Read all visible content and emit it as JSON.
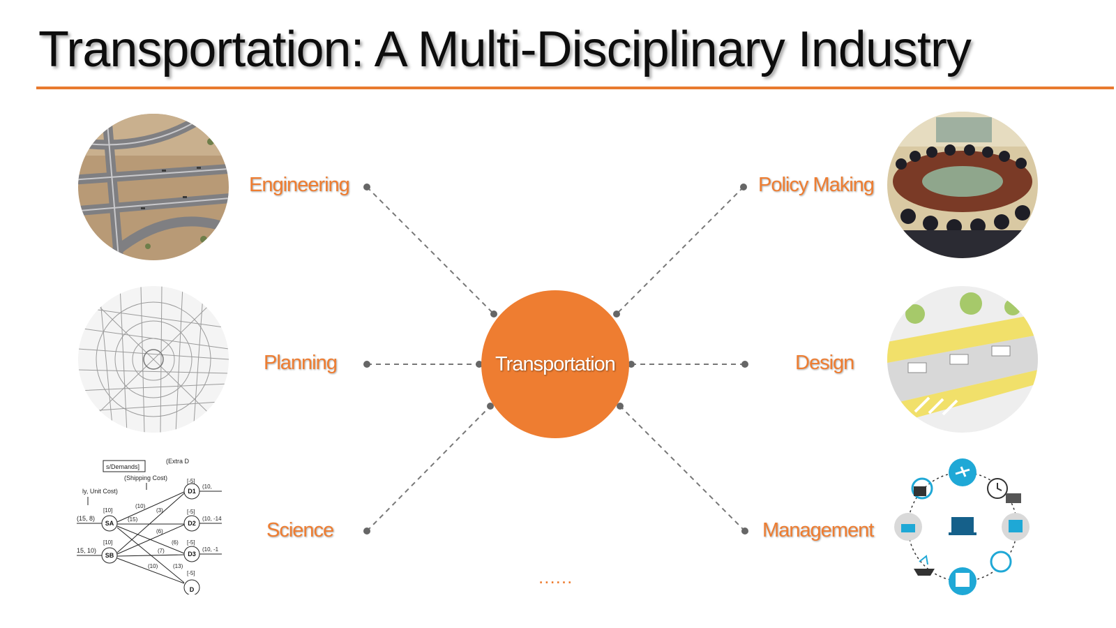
{
  "slide": {
    "title": "Transportation: A Multi-Disciplinary Industry",
    "accent_color": "#EE7D31"
  },
  "hub": {
    "label": "Transportation"
  },
  "disciplines": [
    {
      "id": "engineering",
      "label": "Engineering",
      "image": "highway-interchange-photo"
    },
    {
      "id": "planning",
      "label": "Planning",
      "image": "city-road-network-map"
    },
    {
      "id": "science",
      "label": "Science",
      "image": "transportation-network-diagram"
    },
    {
      "id": "policy",
      "label": "Policy Making",
      "image": "meeting-room-photo"
    },
    {
      "id": "design",
      "label": "Design",
      "image": "street-design-sketch"
    },
    {
      "id": "management",
      "label": "Management",
      "image": "logistics-icons-ring"
    }
  ],
  "network_diagram": {
    "texts": [
      "s/Demands]",
      "(Extra D",
      "(Shipping Cost)",
      "ly, Unit Cost)",
      "(15, 8)",
      "15, 10)",
      "[10]",
      "[10]",
      "(10)",
      "(3)",
      "(15)",
      "(6)",
      "(6)",
      "(7)",
      "(10)",
      "(13)",
      "[-5]",
      "[-5]",
      "[-5]",
      "[-5]",
      "(10,",
      "(10, -14",
      "(10, -1"
    ],
    "nodes": [
      "SA",
      "SB",
      "D1",
      "D2",
      "D3",
      "D"
    ]
  },
  "ellipsis": "......"
}
